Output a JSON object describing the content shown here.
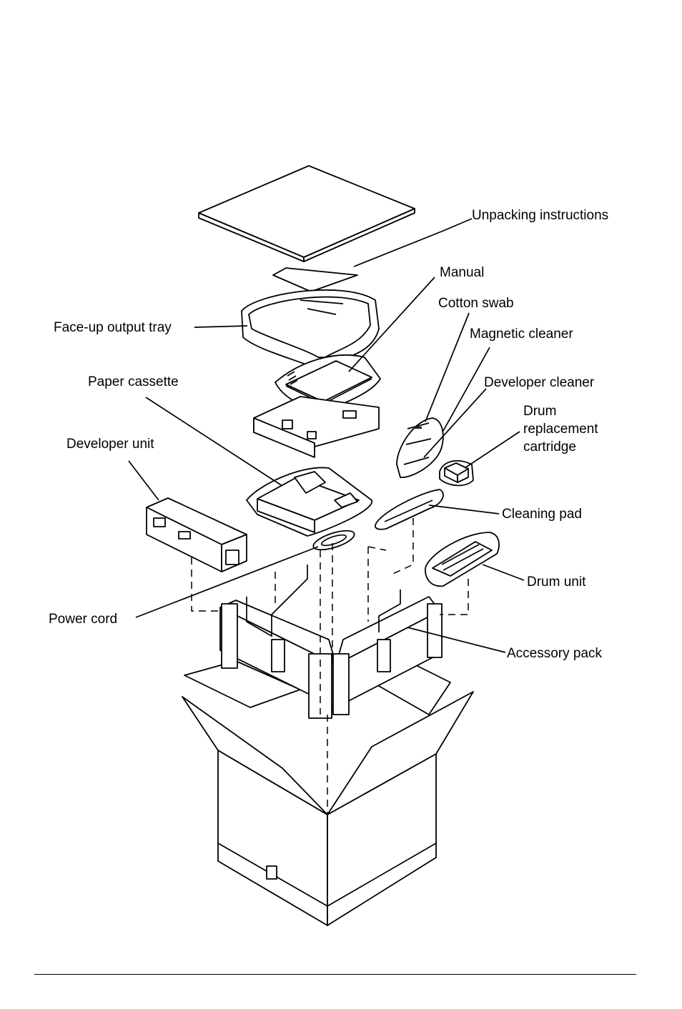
{
  "labels": {
    "unpacking_instructions": "Unpacking instructions",
    "manual": "Manual",
    "cotton_swab": "Cotton swab",
    "magnetic_cleaner": "Magnetic cleaner",
    "face_up_output_tray": "Face-up output tray",
    "developer_cleaner": "Developer cleaner",
    "paper_cassette": "Paper cassette",
    "drum_replacement_cartridge": [
      "Drum",
      "replacement",
      "cartridge"
    ],
    "developer_unit": "Developer unit",
    "cleaning_pad": "Cleaning pad",
    "drum_unit": "Drum unit",
    "power_cord": "Power cord",
    "accessory_pack": "Accessory pack"
  }
}
